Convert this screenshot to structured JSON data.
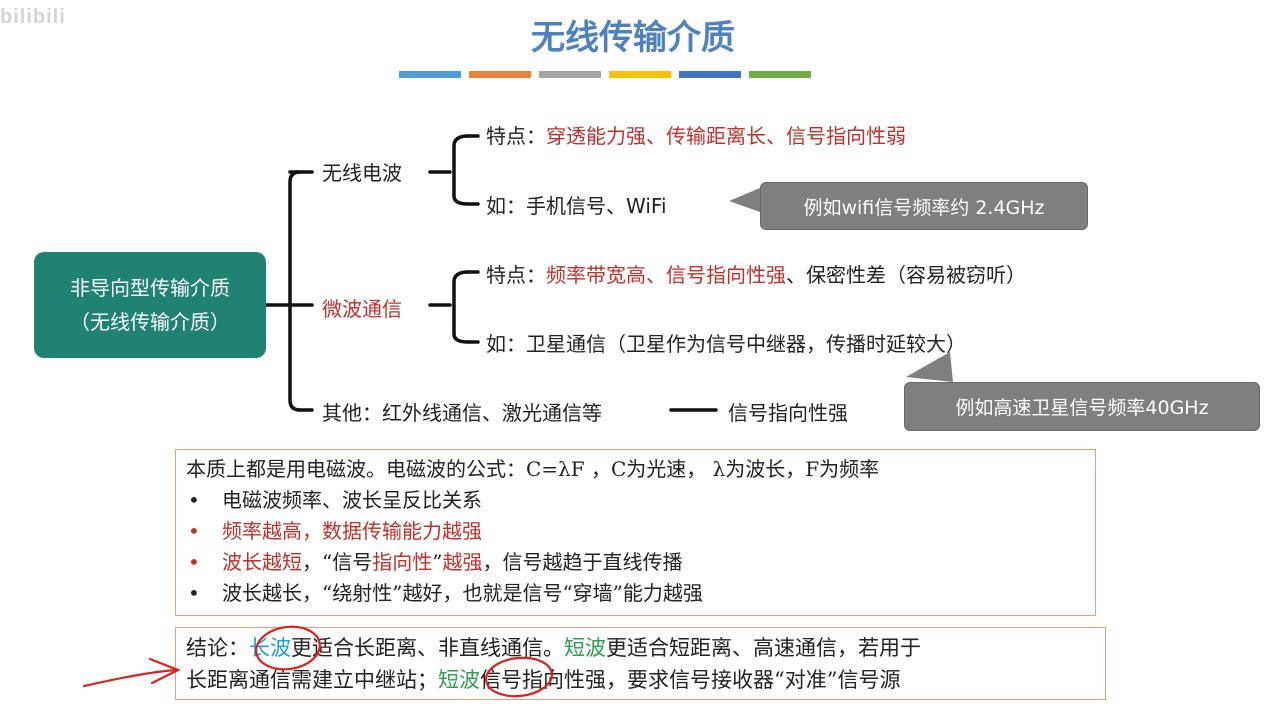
{
  "watermark": "bilibili",
  "title": "无线传输介质",
  "colors": {
    "title": "#4f81bd",
    "root_box": "#1f8272",
    "highlight_red": "#c0302b",
    "callout_bg": "#7f7f7f",
    "box_border": "#e0a080",
    "long_wave": "#1aa0d8",
    "short_wave": "#2aa14a",
    "pen_annotation": "#d8221a",
    "title_bars": [
      "#4f9fd6",
      "#e8833a",
      "#a5a5a5",
      "#f5c20b",
      "#4472c4",
      "#70ad47"
    ]
  },
  "root": {
    "line1": "非导向型传输介质",
    "line2": "（无线传输介质）"
  },
  "radio": {
    "label": "无线电波",
    "feature_prefix": "特点：",
    "feature_text": "穿透能力强、传输距离长、信号指向性弱",
    "example": "如：手机信号、WiFi",
    "callout": "例如wifi信号频率约 2.4GHz"
  },
  "microwave": {
    "label": "微波通信",
    "feature_prefix": "特点：",
    "feature_red": "频率带宽高、信号指向性强",
    "feature_rest": "、保密性差（容易被窃听）",
    "example": "如：卫星通信（卫星作为信号中继器，传播时延较大）",
    "callout": "例如高速卫星信号频率40GHz"
  },
  "other": {
    "label": "其他：红外线通信、激光通信等",
    "result": "信号指向性强"
  },
  "essence": {
    "line1": "本质上都是用电磁波。电磁波的公式：C=λF ，C为光速， λ为波长，F为频率",
    "bullet": "•",
    "b1": "电磁波频率、波长呈反比关系",
    "b2": "频率越高，数据传输能力越强",
    "b3_red1": "波长越短",
    "b3_black1": "，“信号",
    "b3_red2": "指向性",
    "b3_black2": "”",
    "b3_red3": "越强",
    "b3_black3": "，信号越趋于直线传播",
    "b4": "波长越长，“绕射性”越好，也就是信号“穿墙”能力越强"
  },
  "conclusion": {
    "prefix": "结论：",
    "long_wave": "长波",
    "mid1": "更适合长距离、非直线通信。",
    "short_wave": "短波",
    "mid2": "更适合短距离、高速通信，若用于",
    "line2_a": "长距离通信需建立中继站；",
    "short_wave2": "短波",
    "line2_b": "信号指向性强，要求信号接收器“对准”信号源"
  }
}
